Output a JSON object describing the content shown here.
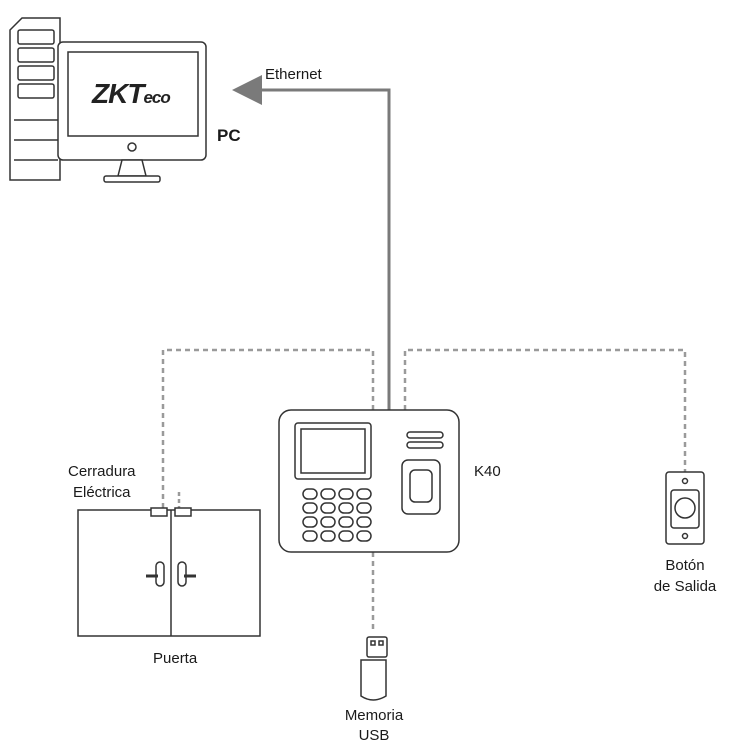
{
  "logo": {
    "brand_text": "ZKTeco"
  },
  "labels": {
    "pc": "PC",
    "ethernet": "Ethernet",
    "device": "K40",
    "lock_line1": "Cerradura",
    "lock_line2": "Eléctrica",
    "door": "Puerta",
    "exit_button_line1": "Botón",
    "exit_button_line2": "de Salida",
    "usb_line1": "Memoria",
    "usb_line2": "USB"
  },
  "colors": {
    "line": "#7a7a7a",
    "dashed": "#9a9a9a",
    "outline": "#333333"
  }
}
